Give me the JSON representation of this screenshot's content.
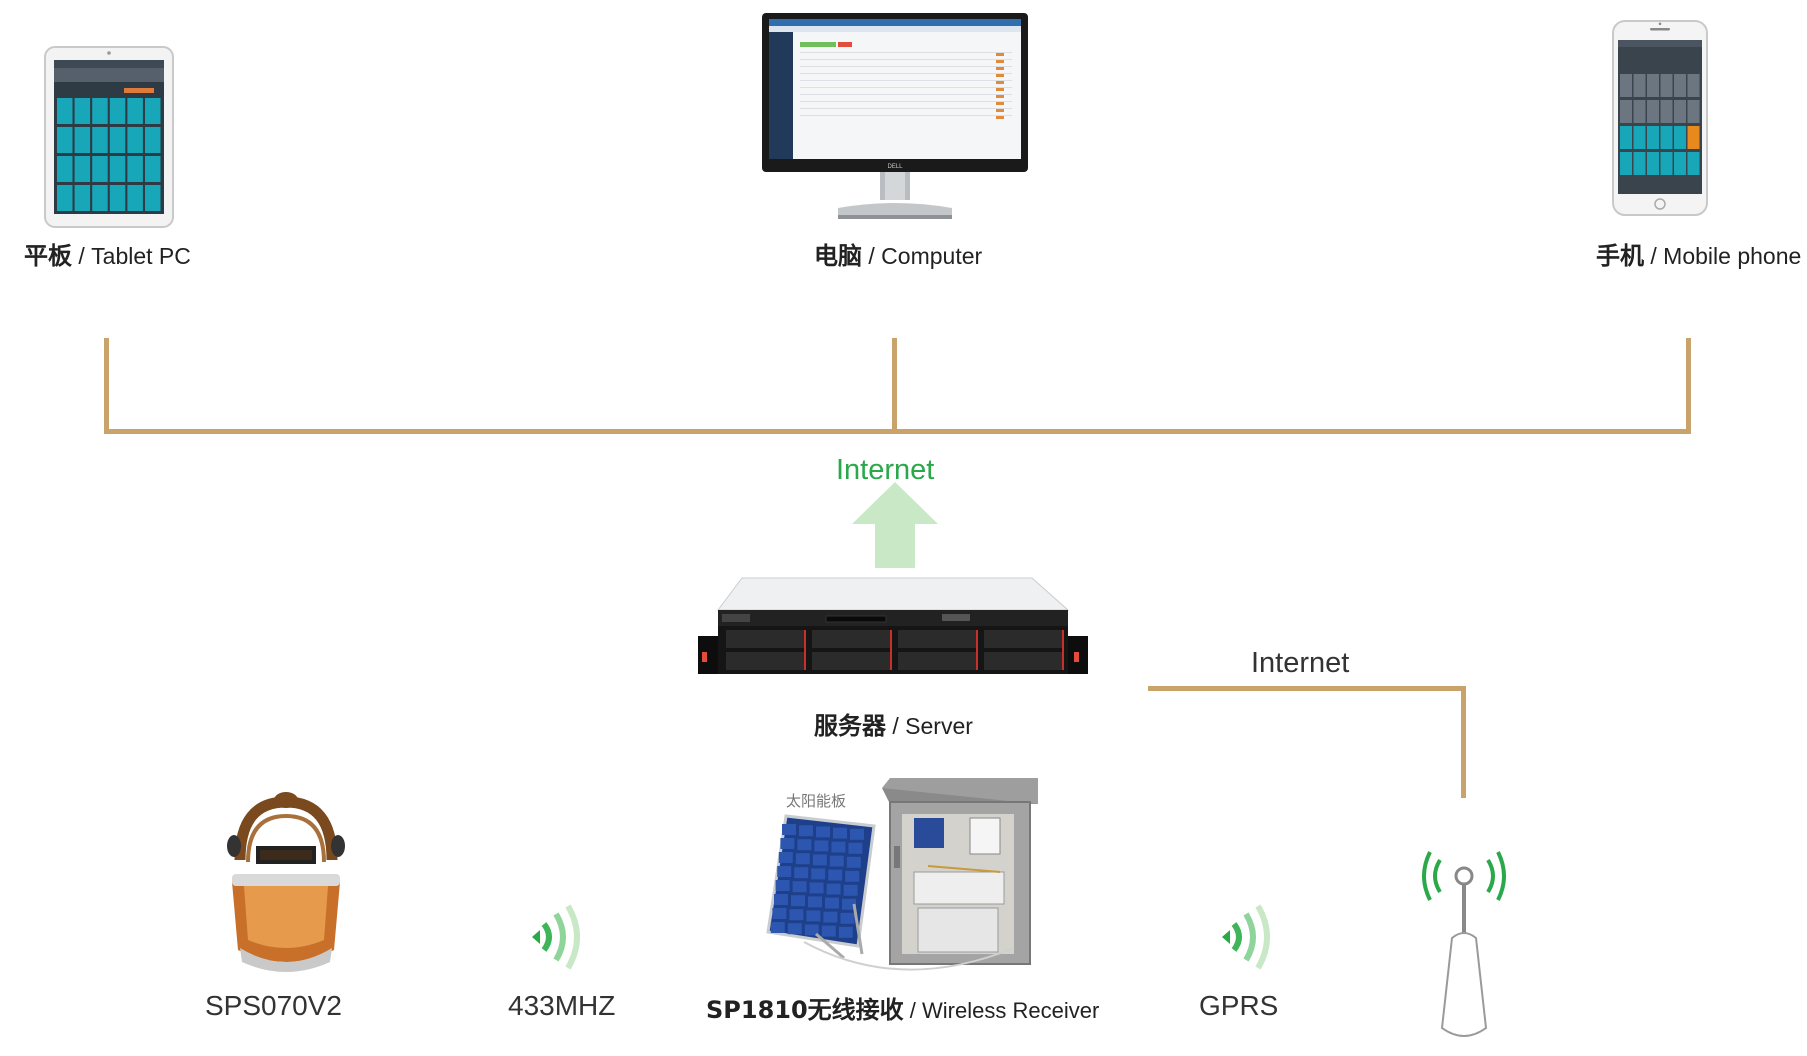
{
  "devices": {
    "tablet": {
      "cn": "平板",
      "en": " / Tablet PC"
    },
    "computer": {
      "cn": "电脑",
      "en": " / Computer"
    },
    "phone": {
      "cn": "手机",
      "en": " / Mobile phone"
    },
    "server": {
      "cn": "服务器",
      "en": " / Server"
    }
  },
  "links": {
    "internet_top": "Internet",
    "internet_right": "Internet",
    "rf_433": "433MHZ",
    "gprs": "GPRS"
  },
  "sensor": {
    "model": "SPS070V2"
  },
  "receiver": {
    "model": "SP1810无线接收",
    "en": " / Wireless Receiver",
    "solar_caption": "太阳能板"
  },
  "colors": {
    "connector": "#c8a46c",
    "internet_green": "#2aa84a",
    "arrow_green": "#c8e8c6",
    "wave_green": "#3fb55a",
    "tile_teal": "#17a7b8"
  },
  "icons": [
    "tablet-icon",
    "monitor-icon",
    "phone-icon",
    "server-icon",
    "helmet-sensor-icon",
    "signal-icon",
    "solar-panel-icon",
    "cabinet-icon",
    "antenna-tower-icon"
  ]
}
